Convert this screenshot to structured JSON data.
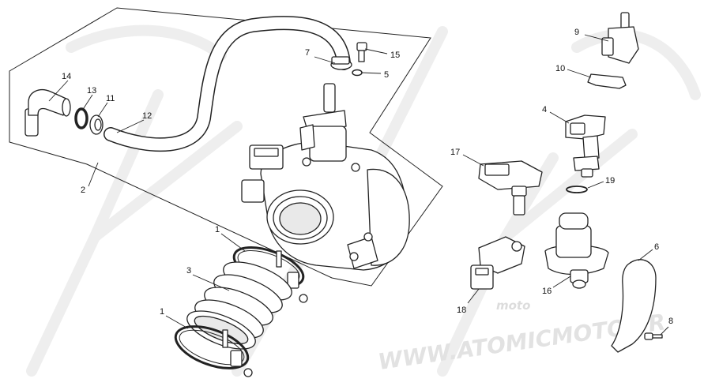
{
  "watermark": {
    "site": "WWW.ATOMICMOTO.FR",
    "brand": "moto",
    "color": "#e6e6e6"
  },
  "callouts": {
    "1": "1",
    "2": "2",
    "3": "3",
    "4": "4",
    "5": "5",
    "6": "6",
    "7": "7",
    "8": "8",
    "9": "9",
    "10": "10",
    "11": "11",
    "12": "12",
    "13": "13",
    "14": "14",
    "15": "15",
    "16": "16",
    "17": "17",
    "18": "18",
    "19": "19"
  }
}
